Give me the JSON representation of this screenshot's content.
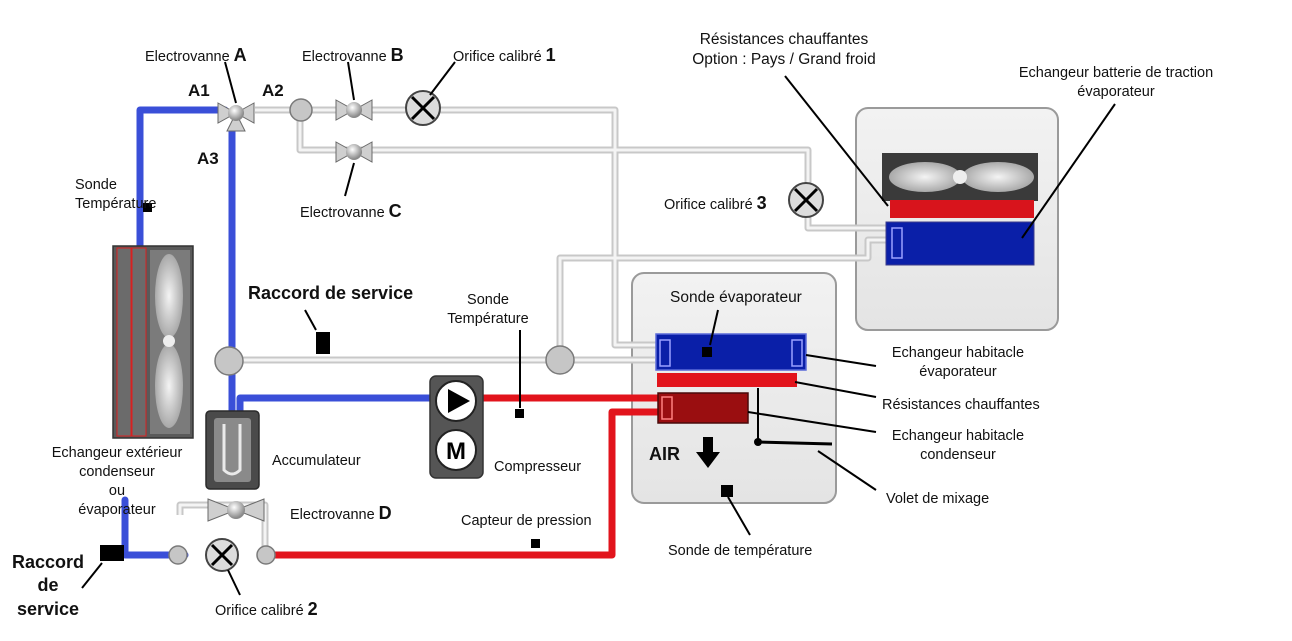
{
  "labels": {
    "electrovanne_a": "Electrovanne",
    "letter_a": "A",
    "electrovanne_b": "Electrovanne",
    "letter_b": "B",
    "electrovanne_c": "Electrovanne",
    "letter_c": "C",
    "electrovanne_d": "Electrovanne",
    "letter_d": "D",
    "orifice_1": "Orifice calibré",
    "num_1": "1",
    "orifice_2": "Orifice calibré",
    "num_2": "2",
    "orifice_3": "Orifice calibré",
    "num_3": "3",
    "a1": "A1",
    "a2": "A2",
    "a3": "A3",
    "resistances_line1": "Résistances chauffantes",
    "resistances_line2": "Option : Pays / Grand froid",
    "echangeur_batterie_line1": "Echangeur  batterie de traction",
    "echangeur_batterie_line2": "évaporateur",
    "sonde_temp_left_line1": "Sonde",
    "sonde_temp_left_line2": "Température",
    "raccord_service_top": "Raccord de service",
    "sonde_temp_mid_line1": "Sonde",
    "sonde_temp_mid_line2": "Température",
    "sonde_evaporateur": "Sonde évaporateur",
    "echangeur_habitacle_evap_line1": "Echangeur habitacle",
    "echangeur_habitacle_evap_line2": "évaporateur",
    "resistances_chauffantes": "Résistances chauffantes",
    "echangeur_habitacle_cond_line1": "Echangeur habitacle",
    "echangeur_habitacle_cond_line2": "condenseur",
    "volet_mixage": "Volet de mixage",
    "air": "AIR",
    "sonde_temperature_bottom": "Sonde de température",
    "accumulateur": "Accumulateur",
    "compresseur": "Compresseur",
    "capteur_pression": "Capteur de pression",
    "echangeur_ext_line1": "Echangeur extérieur",
    "echangeur_ext_line2": "condenseur",
    "echangeur_ext_line3": "ou",
    "echangeur_ext_line4": "évaporateur",
    "raccord_bottom_line1": "Raccord",
    "raccord_bottom_line2": "de",
    "raccord_bottom_line3": "service",
    "motor_letter": "M"
  },
  "colors": {
    "low_pressure": "#3a4fd8",
    "high_pressure": "#e2141c",
    "pipe_grey": "#d6d6d6",
    "panel_fill": "#ececec",
    "evaporator_blue": "#0a1fa8",
    "heater_red": "#d8141c"
  },
  "icons": [
    "electrovalve-icon",
    "calibrated-orifice-icon",
    "pump-icon",
    "motor-icon",
    "fan-icon",
    "arrow-down-icon"
  ]
}
